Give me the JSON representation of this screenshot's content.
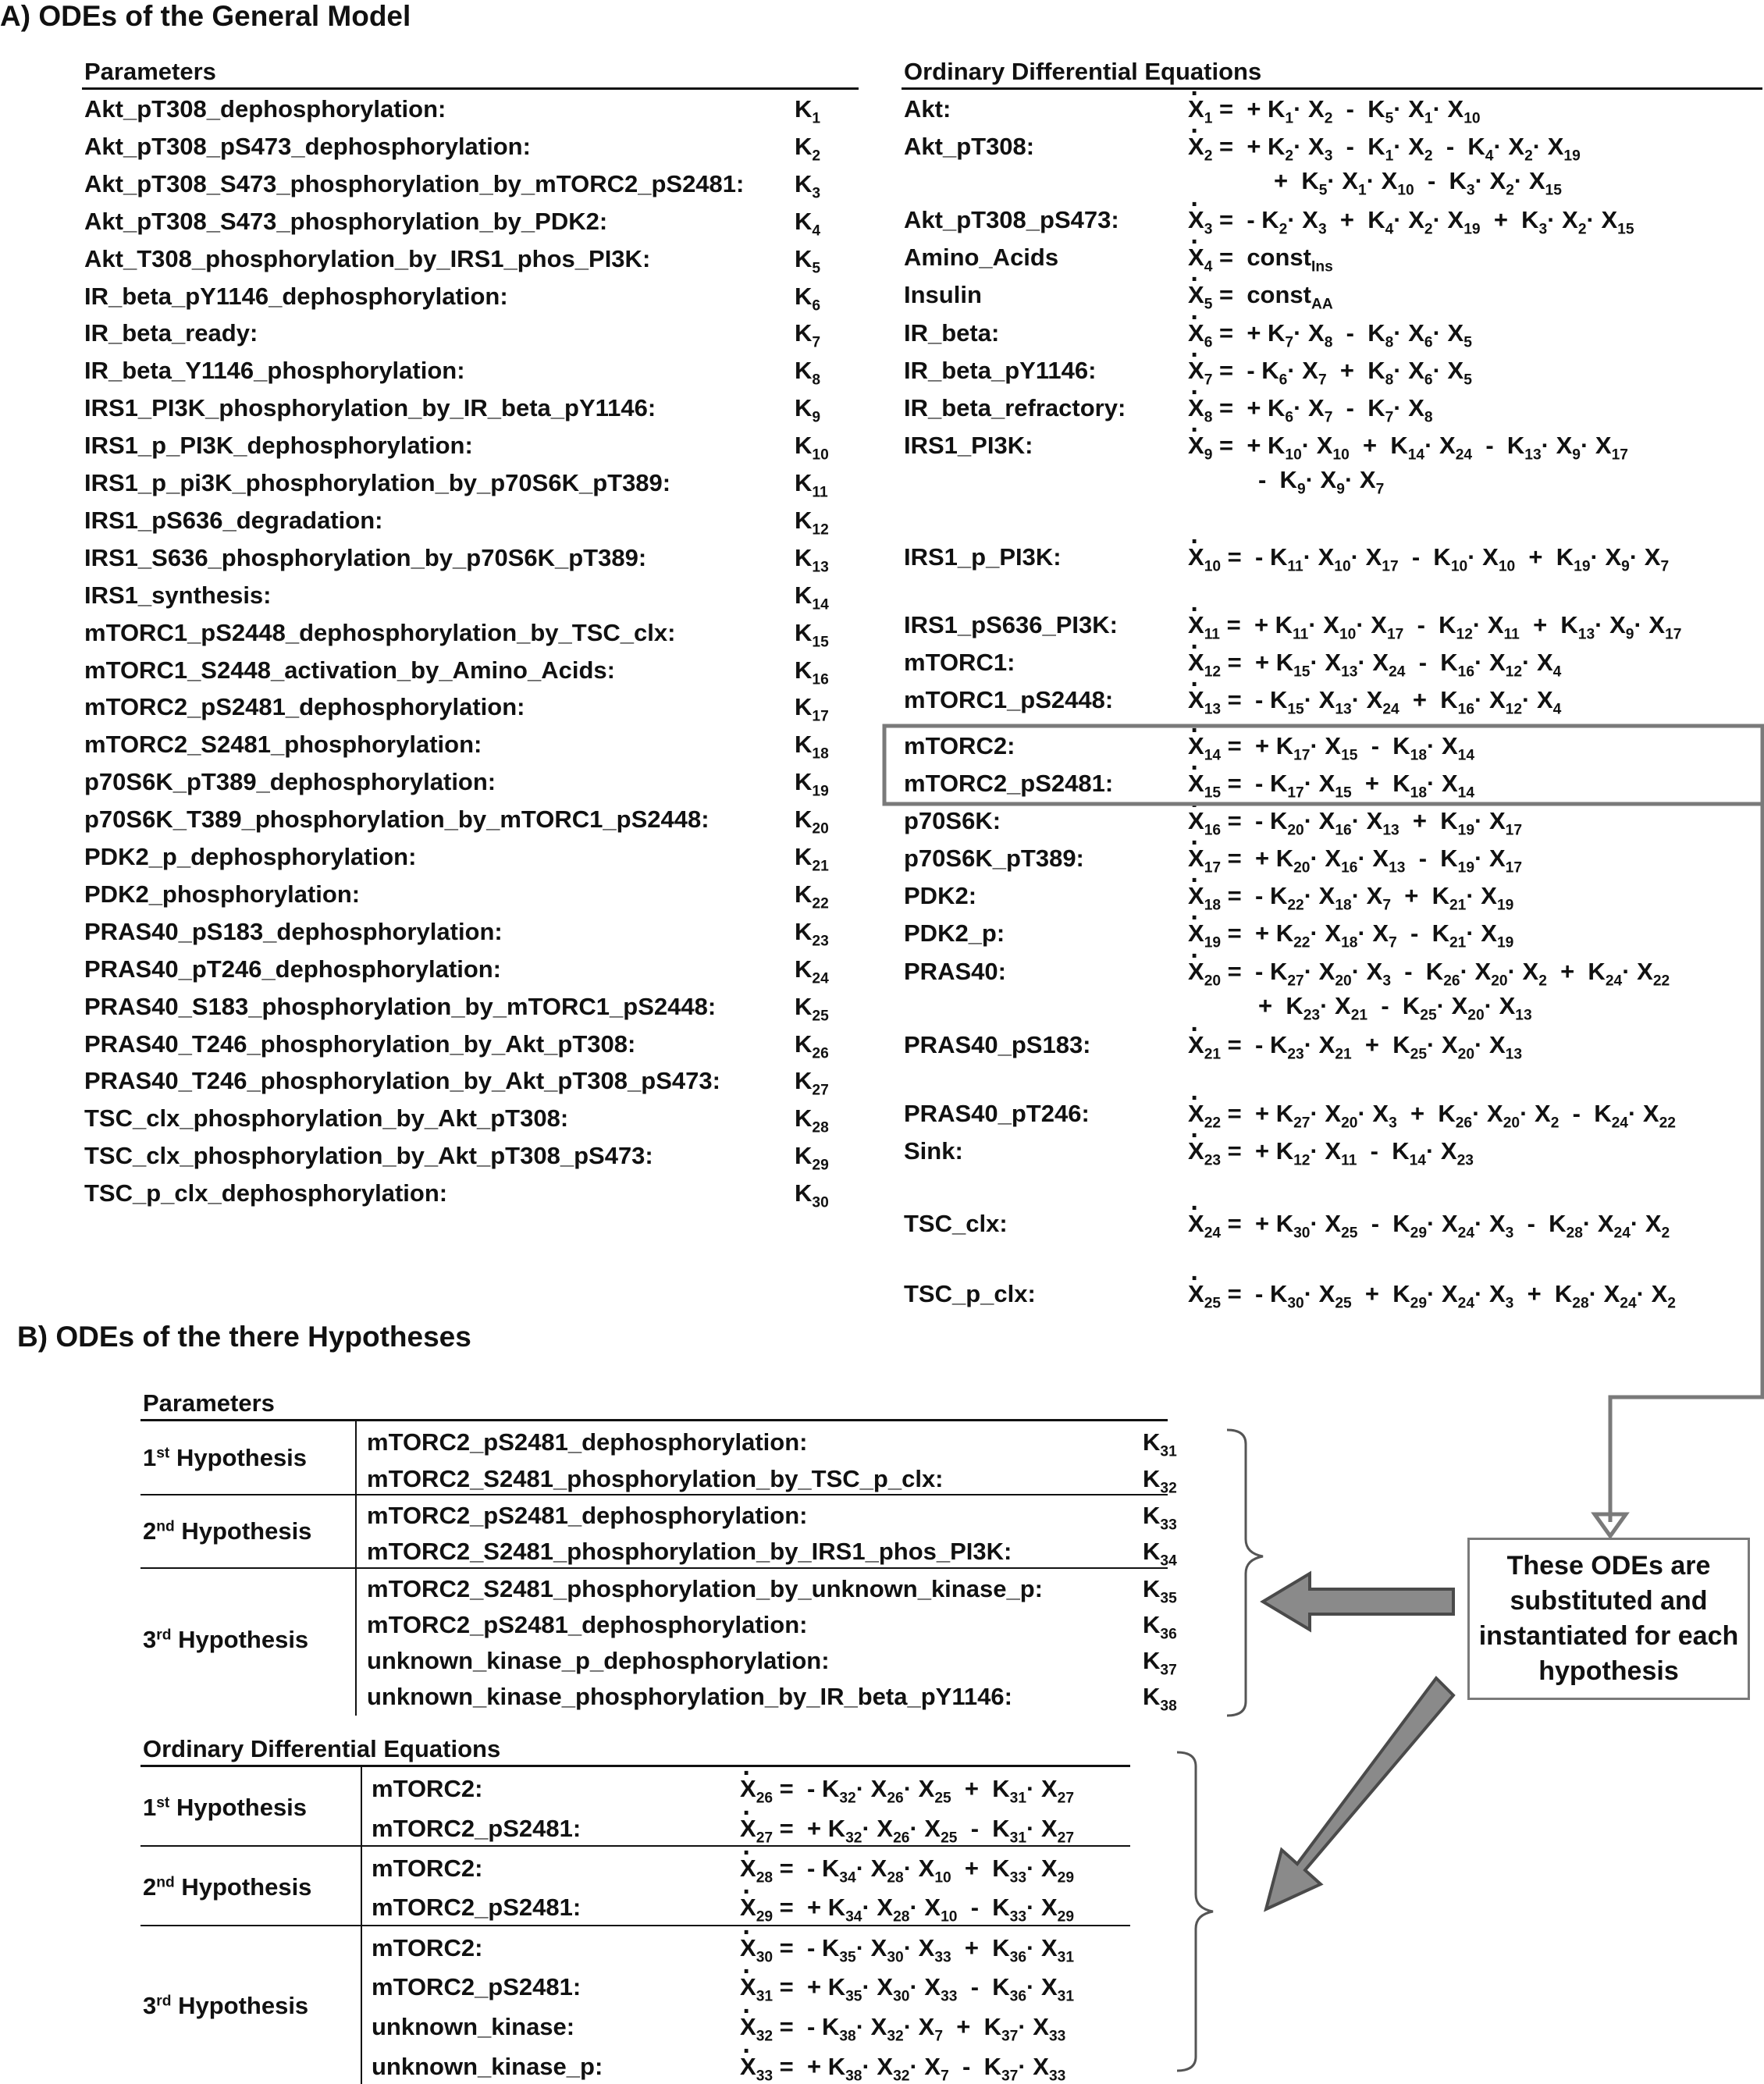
{
  "sectionA": {
    "title": "A) ODEs of the General Model",
    "parameters_header": "Parameters",
    "odes_header": "Ordinary Differential Equations",
    "parameters": [
      {
        "name": "Akt_pT308_dephosphorylation:",
        "k": "K",
        "sub": "1"
      },
      {
        "name": "Akt_pT308_pS473_dephosphorylation:",
        "k": "K",
        "sub": "2"
      },
      {
        "name": "Akt_pT308_S473_phosphorylation_by_mTORC2_pS2481:",
        "k": "K",
        "sub": "3"
      },
      {
        "name": "Akt_pT308_S473_phosphorylation_by_PDK2:",
        "k": "K",
        "sub": "4"
      },
      {
        "name": "Akt_T308_phosphorylation_by_IRS1_phos_PI3K:",
        "k": "K",
        "sub": "5"
      },
      {
        "name": "IR_beta_pY1146_dephosphorylation:",
        "k": "K",
        "sub": "6"
      },
      {
        "name": "IR_beta_ready:",
        "k": "K",
        "sub": "7"
      },
      {
        "name": "IR_beta_Y1146_phosphorylation:",
        "k": "K",
        "sub": "8"
      },
      {
        "name": "IRS1_PI3K_phosphorylation_by_IR_beta_pY1146:",
        "k": "K",
        "sub": "9"
      },
      {
        "name": "IRS1_p_PI3K_dephosphorylation:",
        "k": "K",
        "sub": "10"
      },
      {
        "name": "IRS1_p_pi3K_phosphorylation_by_p70S6K_pT389:",
        "k": "K",
        "sub": "11"
      },
      {
        "name": "IRS1_pS636_degradation:",
        "k": "K",
        "sub": "12"
      },
      {
        "name": "IRS1_S636_phosphorylation_by_p70S6K_pT389:",
        "k": "K",
        "sub": "13"
      },
      {
        "name": "IRS1_synthesis:",
        "k": "K",
        "sub": "14"
      },
      {
        "name": "mTORC1_pS2448_dephosphorylation_by_TSC_clx:",
        "k": "K",
        "sub": "15"
      },
      {
        "name": "mTORC1_S2448_activation_by_Amino_Acids:",
        "k": "K",
        "sub": "16"
      },
      {
        "name": "mTORC2_pS2481_dephosphorylation:",
        "k": "K",
        "sub": "17"
      },
      {
        "name": "mTORC2_S2481_phosphorylation:",
        "k": "K",
        "sub": "18"
      },
      {
        "name": "p70S6K_pT389_dephosphorylation:",
        "k": "K",
        "sub": "19"
      },
      {
        "name": "p70S6K_T389_phosphorylation_by_mTORC1_pS2448:",
        "k": "K",
        "sub": "20"
      },
      {
        "name": "PDK2_p_dephosphorylation:",
        "k": "K",
        "sub": "21"
      },
      {
        "name": "PDK2_phosphorylation:",
        "k": "K",
        "sub": "22"
      },
      {
        "name": "PRAS40_pS183_dephosphorylation:",
        "k": "K",
        "sub": "23"
      },
      {
        "name": "PRAS40_pT246_dephosphorylation:",
        "k": "K",
        "sub": "24"
      },
      {
        "name": "PRAS40_S183_phosphorylation_by_mTORC1_pS2448:",
        "k": "K",
        "sub": "25"
      },
      {
        "name": "PRAS40_T246_phosphorylation_by_Akt_pT308:",
        "k": "K",
        "sub": "26"
      },
      {
        "name": "PRAS40_T246_phosphorylation_by_Akt_pT308_pS473:",
        "k": "K",
        "sub": "27"
      },
      {
        "name": "TSC_clx_phosphorylation_by_Akt_pT308:",
        "k": "K",
        "sub": "28"
      },
      {
        "name": "TSC_clx_phosphorylation_by_Akt_pT308_pS473:",
        "k": "K",
        "sub": "29"
      },
      {
        "name": "TSC_p_clx_dephosphorylation:",
        "k": "K",
        "sub": "30"
      }
    ],
    "odes": [
      {
        "species": "Akt:",
        "lines": [
          "X1 = + K1·X2 - K5·X1·X10"
        ]
      },
      {
        "species": "Akt_pT308:",
        "lines": [
          "X2 = + K2·X3 - K1·X2 - K4·X2·X19",
          "+ K5·X1·X10 - K3·X2·X15"
        ]
      },
      {
        "species": "Akt_pT308_pS473:",
        "lines": [
          "X3 = - K2·X3 + K4·X2·X19 + K3·X2·X15"
        ]
      },
      {
        "species": "Amino_Acids",
        "lines": [
          "X4 = constIns"
        ]
      },
      {
        "species": "Insulin",
        "lines": [
          "X5 = constAA"
        ]
      },
      {
        "species": "IR_beta:",
        "lines": [
          "X6 = + K7·X8 - K8·X6·X5"
        ]
      },
      {
        "species": "IR_beta_pY1146:",
        "lines": [
          "X7 = - K6·X7 + K8·X6·X5"
        ]
      },
      {
        "species": "IR_beta_refractory:",
        "lines": [
          "X8 = + K6·X7 - K7·X8"
        ]
      },
      {
        "species": "IRS1_PI3K:",
        "lines": [
          "X9 = + K10·X10 + K14·X24 - K13·X9·X17",
          "- K9·X9·X7"
        ]
      },
      {
        "species": "IRS1_p_PI3K:",
        "lines": [
          "X10 = - K11·X10·X17 - K10·X10 + K19·X9·X7"
        ]
      },
      {
        "species": "IRS1_pS636_PI3K:",
        "lines": [
          "X11 = + K11·X10·X17 - K12·X11 + K13·X9·X17"
        ]
      },
      {
        "species": "mTORC1:",
        "lines": [
          "X12 = + K15·X13·X24 - K16·X12·X4"
        ]
      },
      {
        "species": "mTORC1_pS2448:",
        "lines": [
          "X13 = - K15·X13·X24 + K16·X12·X4"
        ]
      },
      {
        "species": "mTORC2:",
        "lines": [
          "X14 = + K17·X15 - K18·X14"
        ]
      },
      {
        "species": "mTORC2_pS2481:",
        "lines": [
          "X15 = - K17·X15 + K18·X14"
        ]
      },
      {
        "species": "p70S6K:",
        "lines": [
          "X16 = - K20·X16·X13 + K19·X17"
        ]
      },
      {
        "species": "p70S6K_pT389:",
        "lines": [
          "X17 = + K20·X16·X13 - K19·X17"
        ]
      },
      {
        "species": "PDK2:",
        "lines": [
          "X18 = - K22·X18·X7 + K21·X19"
        ]
      },
      {
        "species": "PDK2_p:",
        "lines": [
          "X19 = + K22·X18·X7 - K21·X19"
        ]
      },
      {
        "species": "PRAS40:",
        "lines": [
          "X20 = - K27·X20·X3 - K26·X20·X2 + K24·X22",
          "+ K23·X21 - K25·X20·X13"
        ]
      },
      {
        "species": "PRAS40_pS183:",
        "lines": [
          "X21 = - K23·X21 + K25·X20·X13"
        ]
      },
      {
        "species": "PRAS40_pT246:",
        "lines": [
          "X22 = + K27·X20·X3 + K26·X20·X2 - K24·X22"
        ]
      },
      {
        "species": "Sink:",
        "lines": [
          "X23 = + K12·X11 - K14·X23"
        ]
      },
      {
        "species": "TSC_clx:",
        "lines": [
          "X24 = + K30·X25 - K29·X24·X3 - K28·X24·X2"
        ]
      },
      {
        "species": "TSC_p_clx:",
        "lines": [
          "X25 = - K30·X25 + K29·X24·X3 + K28·X24·X2"
        ]
      }
    ]
  },
  "sectionB": {
    "title": "B) ODEs of the there Hypotheses",
    "parameters_header": "Parameters",
    "odes_header": "Ordinary Differential Equations",
    "hypotheses": [
      {
        "num": "1",
        "ord": "st",
        "label": "Hypothesis"
      },
      {
        "num": "2",
        "ord": "nd",
        "label": "Hypothesis"
      },
      {
        "num": "3",
        "ord": "rd",
        "label": "Hypothesis"
      }
    ],
    "parameters": [
      {
        "name": "mTORC2_pS2481_dephosphorylation:",
        "k": "K",
        "sub": "31"
      },
      {
        "name": "mTORC2_S2481_phosphorylation_by_TSC_p_clx:",
        "k": "K",
        "sub": "32"
      },
      {
        "name": "mTORC2_pS2481_dephosphorylation:",
        "k": "K",
        "sub": "33"
      },
      {
        "name": "mTORC2_S2481_phosphorylation_by_IRS1_phos_PI3K:",
        "k": "K",
        "sub": "34"
      },
      {
        "name": "mTORC2_S2481_phosphorylation_by_unknown_kinase_p:",
        "k": "K",
        "sub": "35"
      },
      {
        "name": "mTORC2_pS2481_dephosphorylation:",
        "k": "K",
        "sub": "36"
      },
      {
        "name": "unknown_kinase_p_dephosphorylation:",
        "k": "K",
        "sub": "37"
      },
      {
        "name": "unknown_kinase_phosphorylation_by_IR_beta_pY1146:",
        "k": "K",
        "sub": "38"
      }
    ],
    "odes": [
      {
        "species": "mTORC2:",
        "eq": "X26 = - K32·X26·X25 + K31·X27"
      },
      {
        "species": "mTORC2_pS2481:",
        "eq": "X27 = + K32·X26·X25 - K31·X27"
      },
      {
        "species": "mTORC2:",
        "eq": "X28 = - K34·X28·X10 + K33·X29"
      },
      {
        "species": "mTORC2_pS2481:",
        "eq": "X29 = + K34·X28·X10 - K33·X29"
      },
      {
        "species": "mTORC2:",
        "eq": "X30 = - K35·X30·X33 + K36·X31"
      },
      {
        "species": "mTORC2_pS2481:",
        "eq": "X31 = + K35·X30·X33 - K36·X31"
      },
      {
        "species": "unknown_kinase:",
        "eq": "X32 = - K38·X32·X7 + K37·X33"
      },
      {
        "species": "unknown_kinase_p:",
        "eq": "X33 = + K38·X32·X7 - K37·X33"
      }
    ],
    "note": "These ODEs are substituted and instantiated for each hypothesis"
  }
}
